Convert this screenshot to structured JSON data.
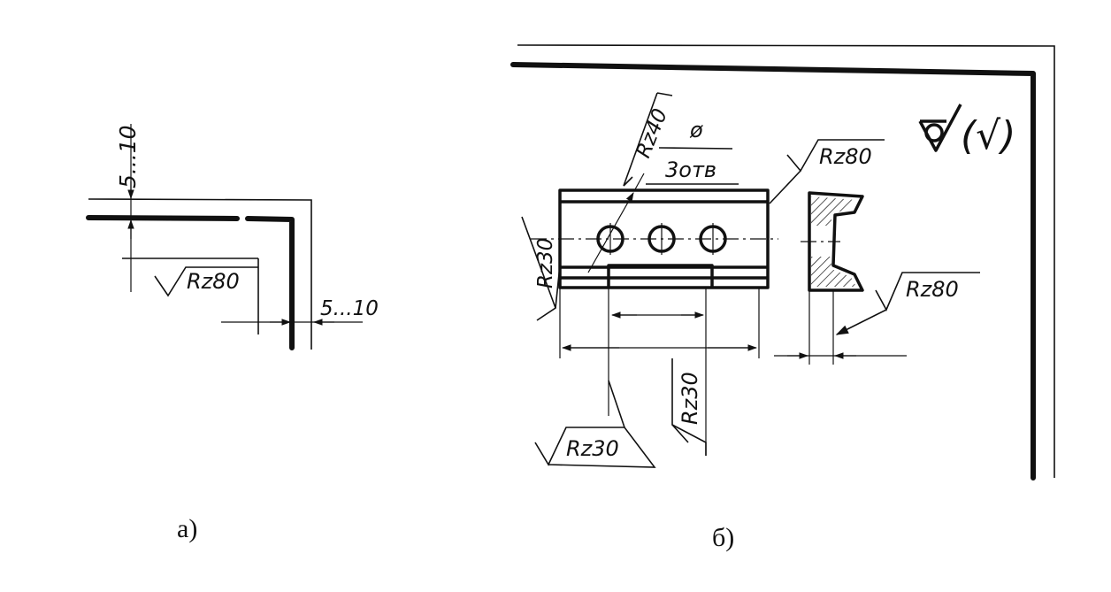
{
  "figure_a": {
    "caption": "а)",
    "dim_vertical": "5...10",
    "dim_horizontal": "5...10",
    "roughness": "Rz80"
  },
  "figure_b": {
    "caption": "б)",
    "general_roughness_mark": "(√)",
    "hole_roughness": "Rz40",
    "diameter_symbol": "ø",
    "holes_note": "3отв",
    "top_edge_roughness": "Rz80",
    "left_edge_roughness": "Rz30",
    "bottom_left_roughness": "Rz30",
    "slot_roughness": "Rz30",
    "profile_roughness": "Rz80"
  }
}
